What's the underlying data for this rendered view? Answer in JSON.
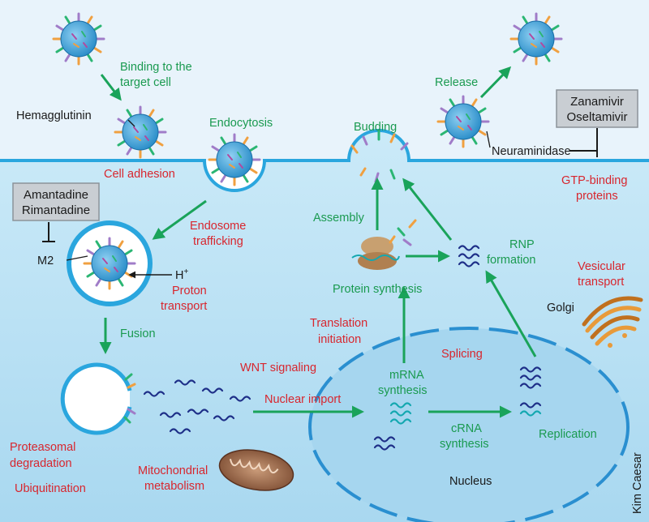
{
  "colors": {
    "green_label": "#1a9a50",
    "red_label": "#d8262e",
    "arrow": "#1aa35a",
    "membrane": "#2aa6de",
    "cytoplasm": "#bfe5f6",
    "virus_core": "#2f9fd8"
  },
  "drugs": {
    "left_line1": "Amantadine",
    "left_line2": "Rimantadine",
    "right_line1": "Zanamivir",
    "right_line2": "Oseltamivir"
  },
  "labels": {
    "binding_line1": "Binding to the",
    "binding_line2": "target cell",
    "hemagglutinin": "Hemagglutinin",
    "endocytosis": "Endocytosis",
    "budding": "Budding",
    "release": "Release",
    "neuraminidase": "Neuraminidase",
    "cell_adhesion": "Cell adhesion",
    "gtp_line1": "GTP-binding",
    "gtp_line2": "proteins",
    "endosome_line1": "Endosome",
    "endosome_line2": "trafficking",
    "m2": "M2",
    "h_plus": "H",
    "h_sup": "+",
    "proton_line1": "Proton",
    "proton_line2": "transport",
    "assembly": "Assembly",
    "rnp_line1": "RNP",
    "rnp_line2": "formation",
    "vesicular_line1": "Vesicular",
    "vesicular_line2": "transport",
    "protein_synthesis": "Protein synthesis",
    "golgi": "Golgi",
    "translation_line1": "Translation",
    "translation_line2": "initiation",
    "fusion": "Fusion",
    "splicing": "Splicing",
    "wnt": "WNT signaling",
    "mrna_line1": "mRNA",
    "mrna_line2": "synthesis",
    "nuclear_import": "Nuclear import",
    "crna_line1": "cRNA",
    "crna_line2": "synthesis",
    "replication": "Replication",
    "proteasomal_line1": "Proteasomal",
    "proteasomal_line2": "degradation",
    "mito_line1": "Mitochondrial",
    "mito_line2": "metabolism",
    "ubiquitination": "Ubiquitination",
    "nucleus": "Nucleus",
    "credit": "Kim Caesar"
  }
}
